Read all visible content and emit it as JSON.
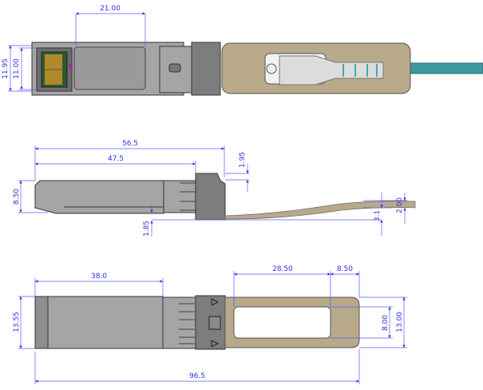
{
  "colors": {
    "dimension": "#3030e0",
    "body": "#a5a5a5",
    "cage": "#7d7d7d",
    "pull_tab": "#b8a98a",
    "cable": "#3a9aa0"
  },
  "top_view": {
    "dims": {
      "window_length": "21.00",
      "outer_height": "11.95",
      "inner_height": "11.00"
    }
  },
  "side_view": {
    "dims": {
      "overall_length": "56.5",
      "body_length": "47.5",
      "height": "8.50",
      "cage_offset_top": "1.95",
      "cage_offset_bottom": "1.85",
      "cable_drop": "3.1",
      "cable_thickness": "2.00"
    }
  },
  "bottom_view": {
    "dims": {
      "body_length": "38.0",
      "loop_inner_length": "28.50",
      "loop_end": "8.50",
      "width": "13.55",
      "loop_inner_width": "8.00",
      "loop_outer_width": "13.00",
      "total_length": "96.5"
    }
  }
}
